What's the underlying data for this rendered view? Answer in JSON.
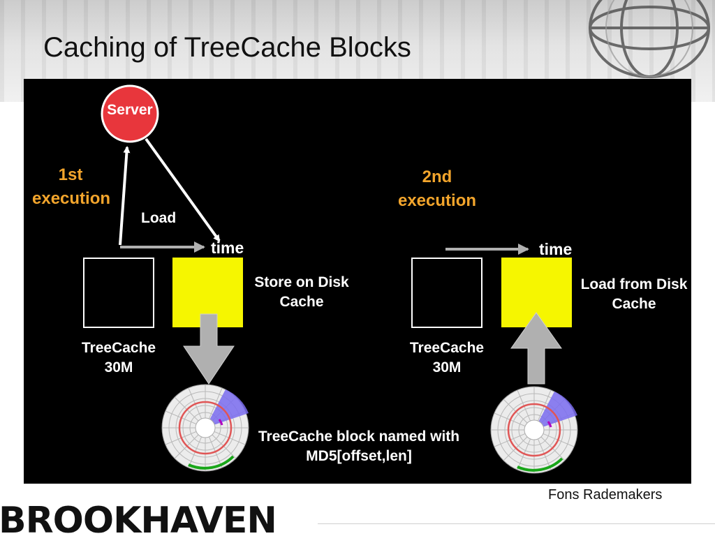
{
  "slide": {
    "title": "Caching of TreeCache Blocks",
    "footer_author": "Fons Rademakers",
    "logo_text": "BROOKHAVEN"
  },
  "diagram": {
    "server_label": "Server",
    "first": {
      "execution_line1": "1st",
      "execution_line2": "execution",
      "load_label": "Load",
      "time_label": "time",
      "store_line1": "Store on Disk",
      "store_line2": "Cache",
      "treecache_line1": "TreeCache",
      "treecache_line2": "30M"
    },
    "second": {
      "execution_line1": "2nd",
      "execution_line2": "execution",
      "time_label": "time",
      "load_line1": "Load from Disk",
      "load_line2": "Cache",
      "treecache_line1": "TreeCache",
      "treecache_line2": "30M"
    },
    "block_line1": "TreeCache block named with",
    "block_line2": "MD5[offset,len]",
    "colors": {
      "server_fill": "#e8363c",
      "execution_text": "#f3a52c",
      "cache_block": "#f6f600",
      "arrow_gray": "#b0b0b0",
      "disk_segment": "#7a6cf0",
      "disk_red_track": "#e05555",
      "disk_green_track": "#19a619"
    }
  }
}
